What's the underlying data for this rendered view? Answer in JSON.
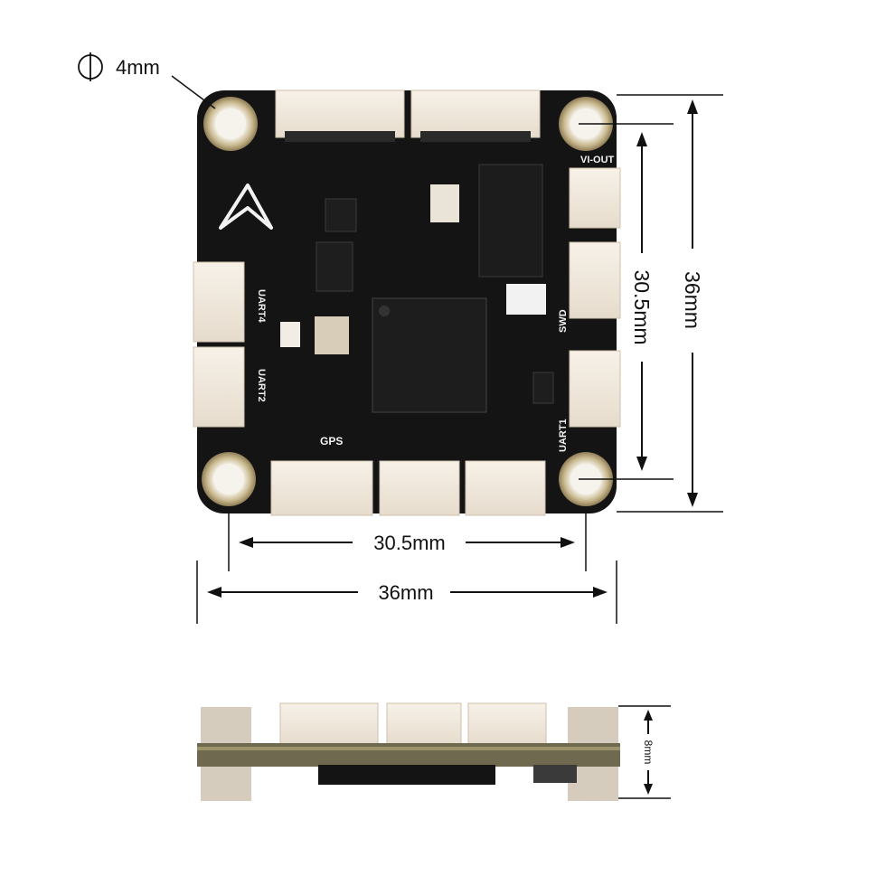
{
  "dimensions": {
    "hole_diameter": "4mm",
    "mount_spacing_vertical": "30.5mm",
    "board_height": "36mm",
    "mount_spacing_horizontal": "30.5mm",
    "board_width": "36mm",
    "board_thickness": "8mm"
  },
  "silkscreen": {
    "vi_out": "VI-OUT",
    "uart4": "UART4",
    "uart2": "UART2",
    "swd": "SWD",
    "uart1": "UART1",
    "gps": "GPS"
  },
  "colors": {
    "pcb": "#141414",
    "connector": "#efe6da",
    "pad": "#d8cfb8",
    "line": "#111111"
  }
}
